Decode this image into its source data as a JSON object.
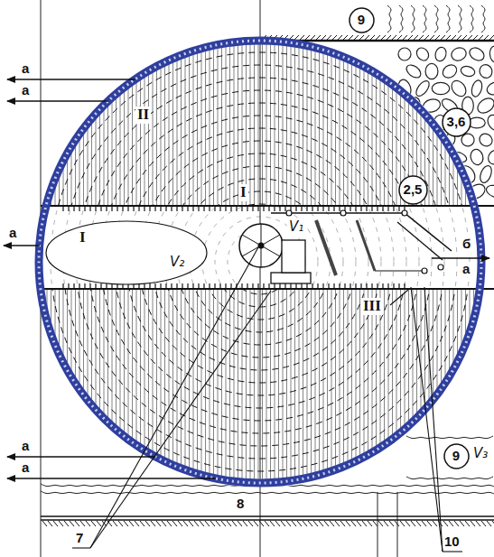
{
  "diagram": {
    "nodes": [
      {
        "text": [
          "9"
        ]
      },
      {
        "text": [
          "3,6"
        ]
      },
      {
        "text": [
          "2,5"
        ]
      },
      {
        "text": [
          "I",
          "V₂"
        ]
      },
      {
        "text": [
          "9"
        ]
      }
    ],
    "labels": [
      "a",
      "a",
      "II",
      "I",
      "V₁",
      "a",
      "б",
      "a",
      "III",
      "V₃",
      "a",
      "a",
      "8",
      "7",
      "10"
    ]
  }
}
